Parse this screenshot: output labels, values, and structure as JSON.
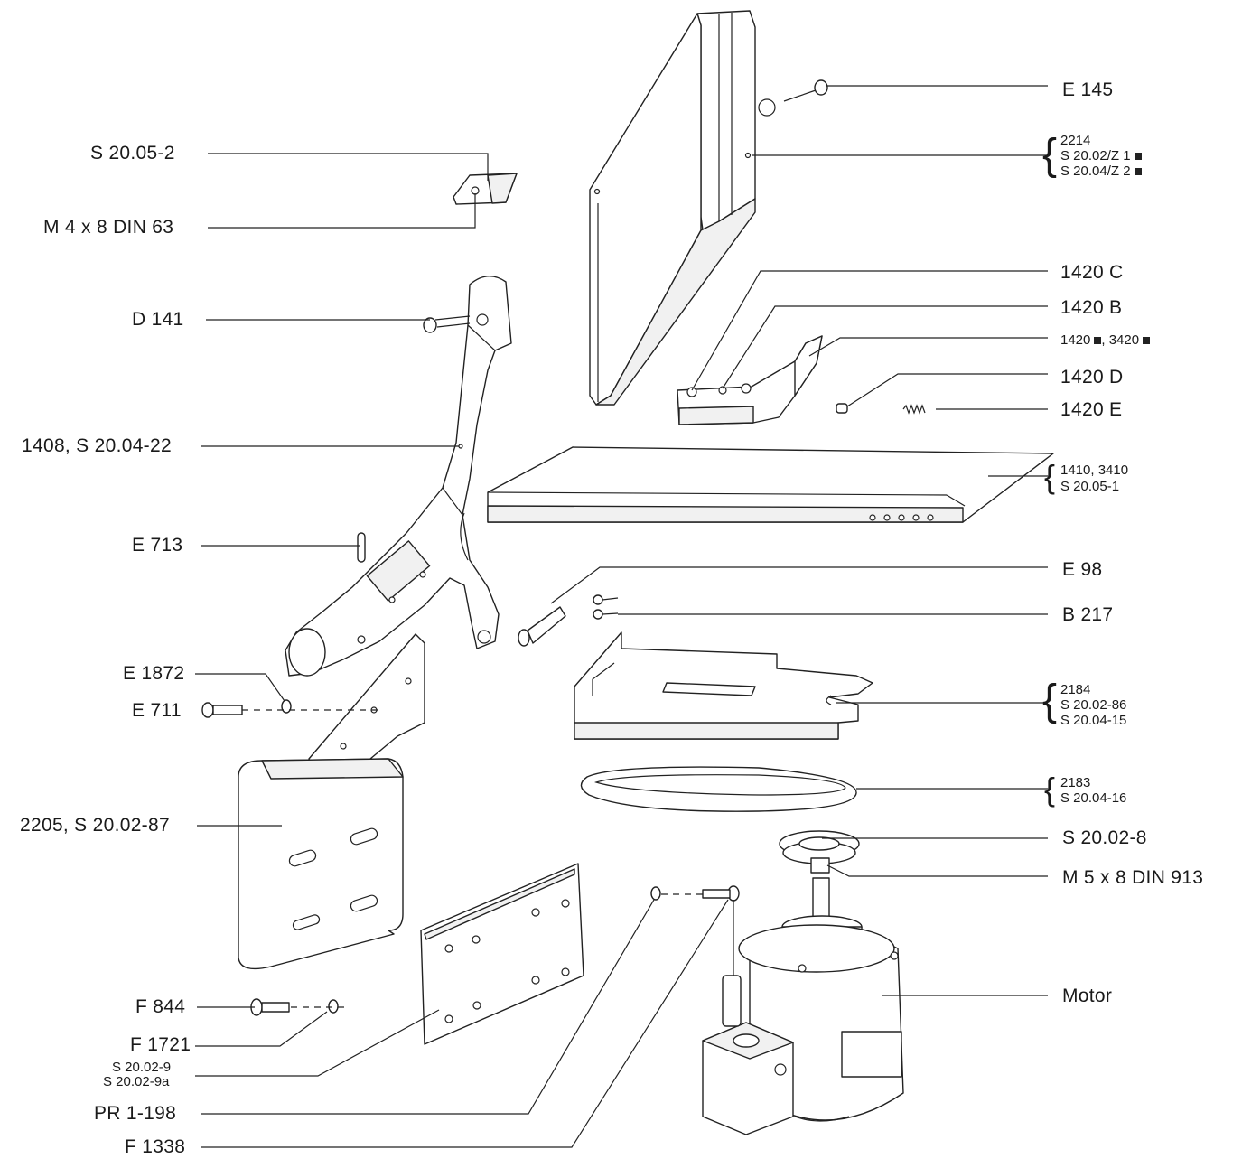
{
  "labels": {
    "e145": "E 145",
    "s2214_a": "2214",
    "s2214_b": "S 20.02/Z 1",
    "s2214_c": "S 20.04/Z 2",
    "c1420": "1420 C",
    "b1420": "1420 B",
    "n1420": "1420",
    "n3420": "3420",
    "d1420": "1420 D",
    "e1420": "1420 E",
    "t1410_a": "1410, 3410",
    "t1410_b": "S 20.05-1",
    "e98": "E 98",
    "b217": "B 217",
    "p2184_a": "2184",
    "p2184_b": "S 20.02-86",
    "p2184_c": "S 20.04-15",
    "p2183_a": "2183",
    "p2183_b": "S 20.04-16",
    "s20028": "S 20.02-8",
    "m5x8": "M 5 x 8 DIN 913",
    "motor": "Motor",
    "s20052": "S 20.05-2",
    "m4x8": "M 4 x 8 DIN 63",
    "d141": "D 141",
    "p1408": "1408, S 20.04-22",
    "e713": "E 713",
    "e1872": "E 1872",
    "e711": "E 711",
    "p2205": "2205, S 20.02-87",
    "f844": "F 844",
    "f1721": "F 1721",
    "s2009": "S 20.02-9",
    "s2009a": "S 20.02-9a",
    "pr1198": "PR 1-198",
    "f1338": "F 1338"
  }
}
